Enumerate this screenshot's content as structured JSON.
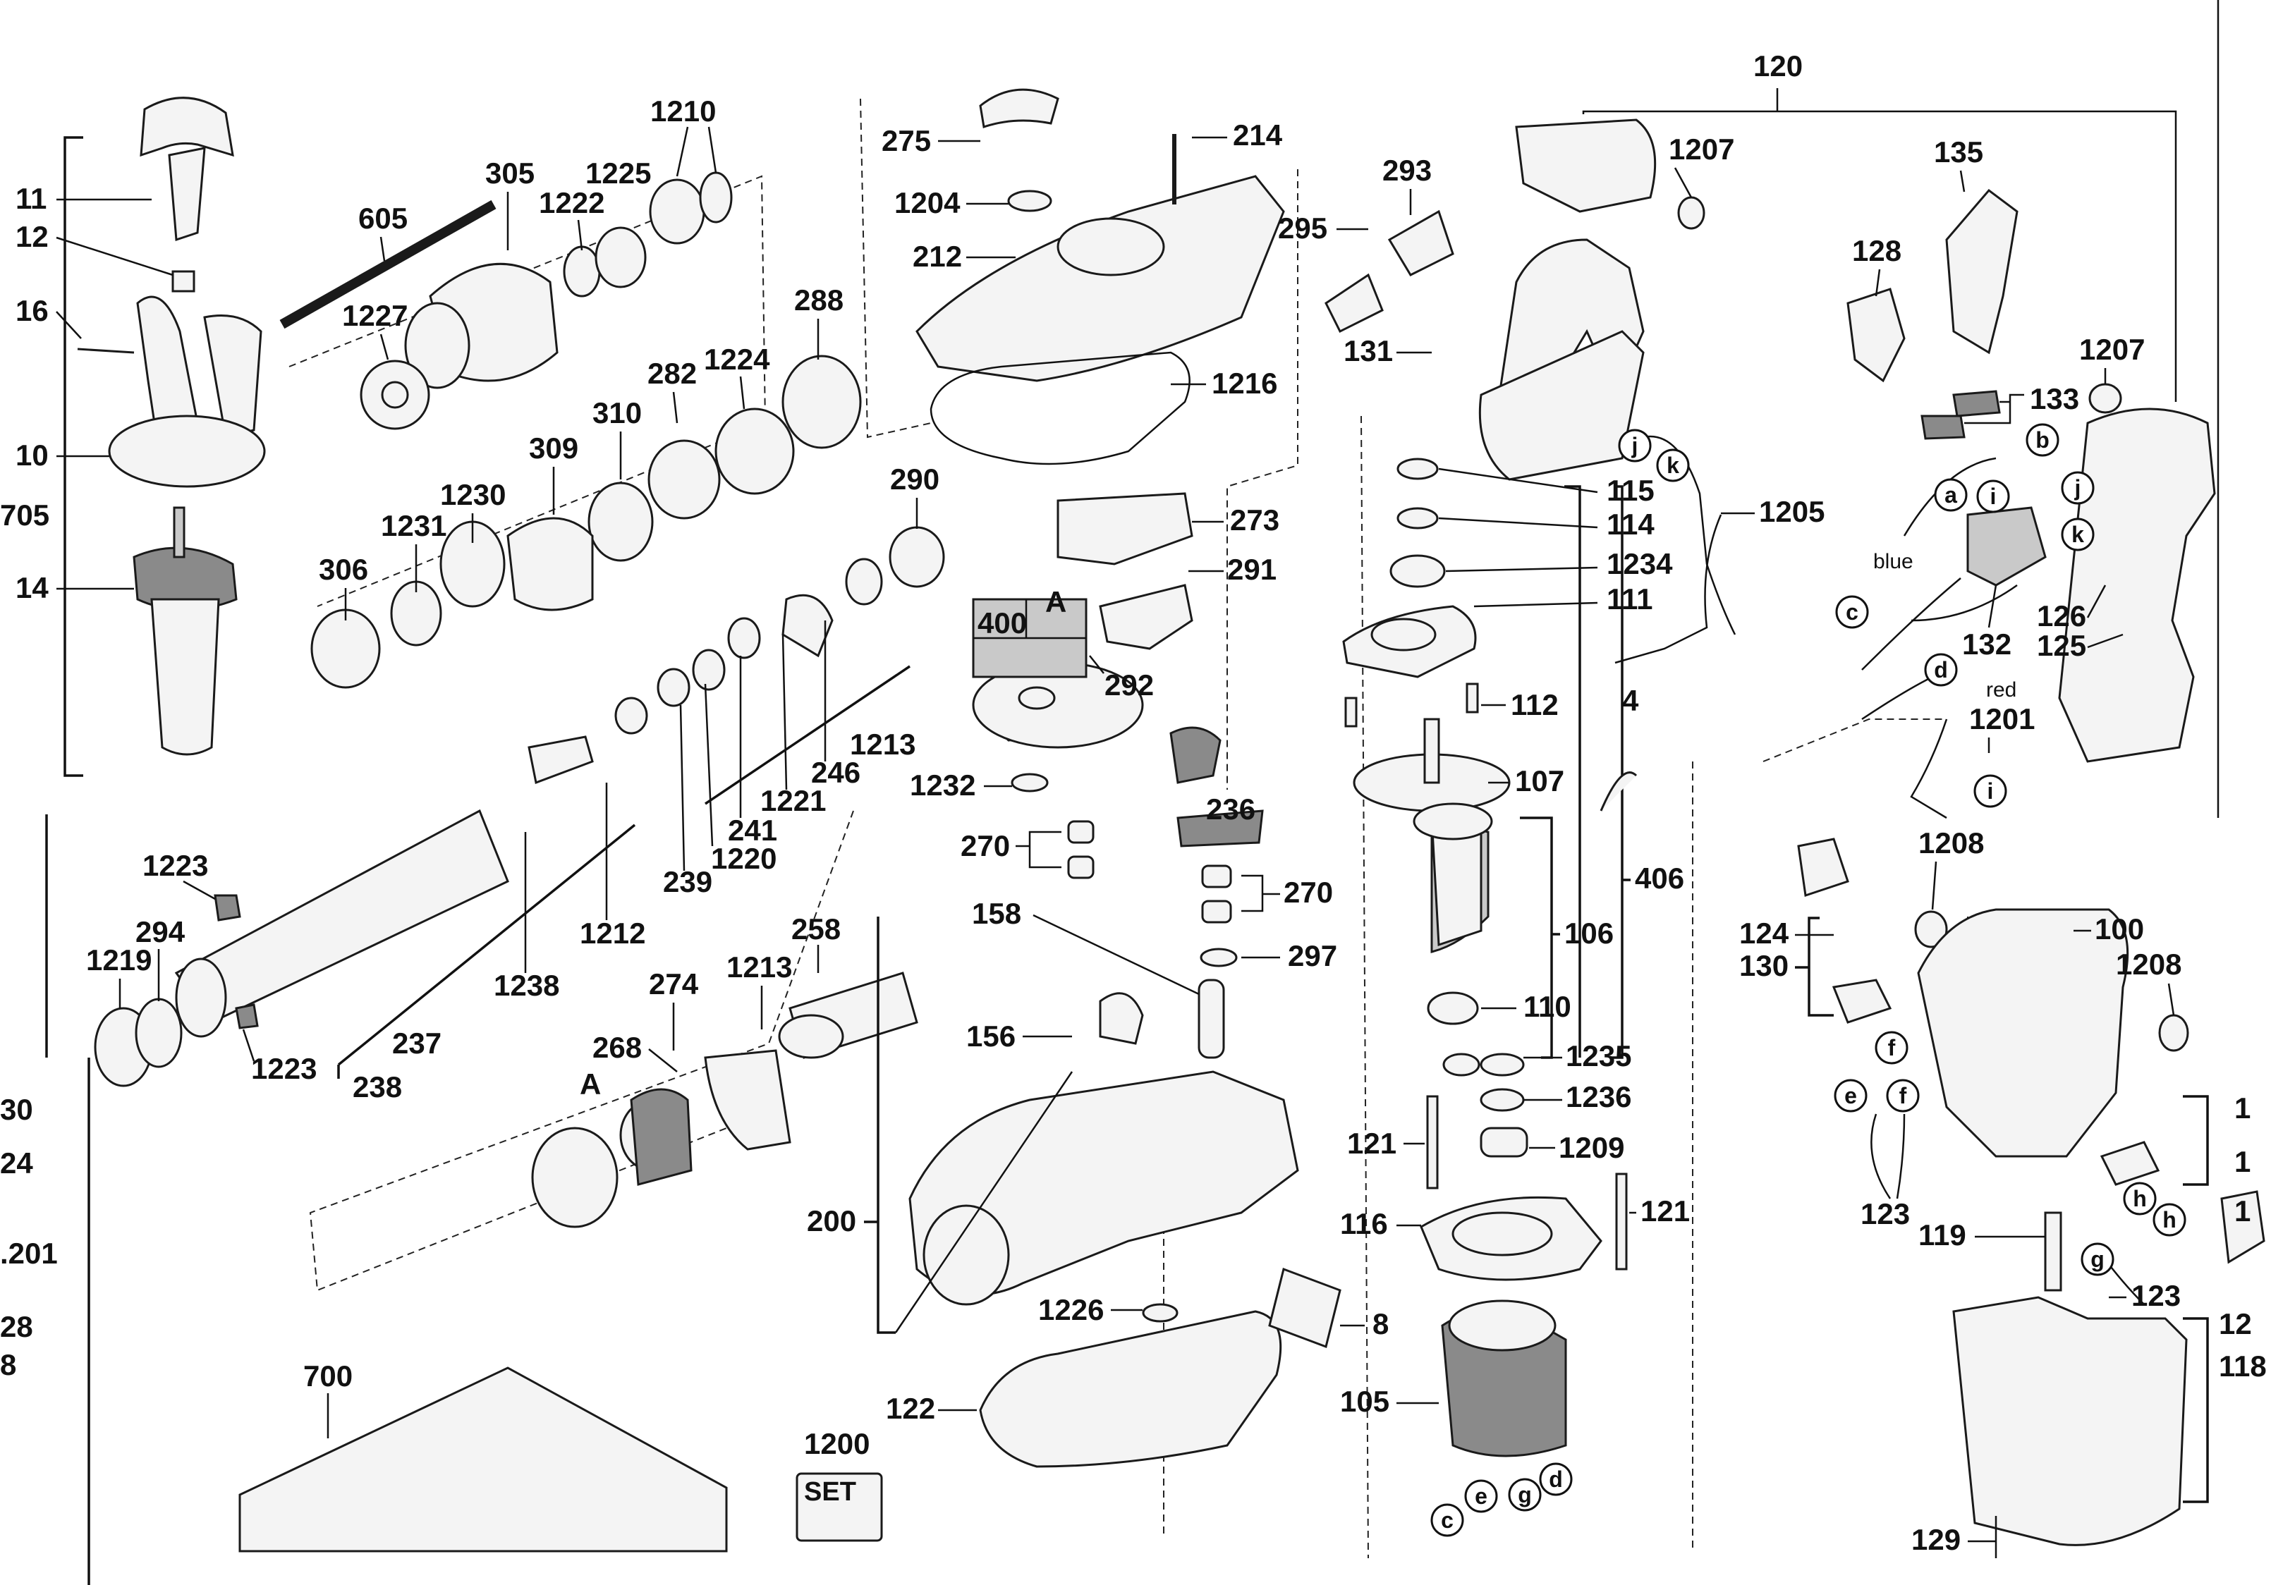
{
  "diagram": {
    "callouts": {
      "c120": "120",
      "c11": "11",
      "c12": "12",
      "c16": "16",
      "c10": "10",
      "c705": "705",
      "c14": "14",
      "c1210": "1210",
      "c305": "305",
      "c1225": "1225",
      "c605": "605",
      "c1222": "1222",
      "c1227": "1227",
      "c288": "288",
      "c282": "282",
      "c1224": "1224",
      "c310": "310",
      "c309": "309",
      "c1230": "1230",
      "c1231": "1231",
      "c306": "306",
      "c290": "290",
      "c1213a": "1213",
      "c246": "246",
      "c1221": "1221",
      "c241": "241",
      "c1220": "1220",
      "c239": "239",
      "c1212": "1212",
      "c1238": "1238",
      "c237": "237",
      "c238": "238",
      "c1223a": "1223",
      "c1223b": "1223",
      "c294": "294",
      "c1219": "1219",
      "c275": "275",
      "c214": "214",
      "c1204": "1204",
      "c212": "212",
      "c1216": "1216",
      "c273": "273",
      "c291": "291",
      "c400": "400",
      "cA1": "A",
      "c292": "292",
      "c1232": "1232",
      "c270a": "270",
      "c236": "236",
      "c270b": "270",
      "c158": "158",
      "c297": "297",
      "c156": "156",
      "c258": "258",
      "c1213b": "1213",
      "c274": "274",
      "c268": "268",
      "cA2": "A",
      "c200": "200",
      "c1226": "1226",
      "c8": "8",
      "c122": "122",
      "c1200": "1200",
      "c1200set": "SET",
      "c700": "700",
      "c1207a": "1207",
      "c293": "293",
      "c295": "295",
      "c131": "131",
      "c115": "115",
      "c114": "114",
      "c1234": "1234",
      "c111": "111",
      "c112": "112",
      "c107": "107",
      "c406": "406",
      "c106": "106",
      "c110": "110",
      "c1235": "1235",
      "c1236": "1236",
      "c1209": "1209",
      "c121a": "121",
      "c121b": "121",
      "c116": "116",
      "c105": "105",
      "c1205": "1205",
      "c4": "4",
      "c135": "135",
      "c128": "128",
      "c1207b": "1207",
      "c133": "133",
      "c126": "126",
      "c125": "125",
      "c132": "132",
      "c1201": "1201",
      "c1208a": "1208",
      "c100": "100",
      "c1208b": "1208",
      "c124": "124",
      "c130": "130",
      "c123a": "123",
      "c119": "119",
      "c123b": "123",
      "c129": "129",
      "edge130": "30",
      "edge124": "24",
      "edge1201": ".201",
      "edge28": "28",
      "edge8": "8",
      "edgeR1": "1",
      "edgeR2": "1",
      "edgeR3": "1",
      "edgeR4": "12",
      "edgeR5": "118"
    },
    "wire_labels": {
      "blue": "blue",
      "red": "red"
    },
    "connector_letters": {
      "j1": "j",
      "k1": "k",
      "b": "b",
      "a": "a",
      "i1": "i",
      "j2": "j",
      "k2": "k",
      "c1": "c",
      "d1": "d",
      "i2": "i",
      "f1": "f",
      "e1": "e",
      "f2": "f",
      "h1": "h",
      "h2": "h",
      "g1": "g",
      "c2": "c",
      "e2": "e",
      "g2": "g",
      "d2": "d"
    },
    "colors": {
      "line": "#111111",
      "part_fill": "#f4f4f4",
      "shade": "#8a8a8a",
      "background": "#ffffff"
    }
  }
}
